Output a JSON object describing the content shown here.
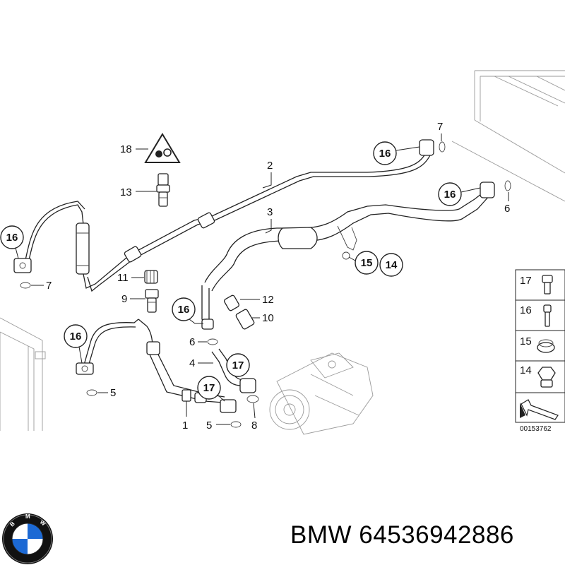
{
  "diagram": {
    "callouts": {
      "c1": "1",
      "c2": "2",
      "c3": "3",
      "c4": "4",
      "c5a": "5",
      "c5b": "5",
      "c6a": "6",
      "c6b": "6",
      "c7a": "7",
      "c7b": "7",
      "c8": "8",
      "c9": "9",
      "c10": "10",
      "c11": "11",
      "c12": "12",
      "c13": "13",
      "c14": "14",
      "c15": "15",
      "c16a": "16",
      "c16b": "16",
      "c16c": "16",
      "c16d": "16",
      "c16e": "16",
      "c17a": "17",
      "c17b": "17",
      "c18": "18"
    },
    "legend": {
      "rows": [
        "17",
        "16",
        "15",
        "14"
      ]
    },
    "drawing_code": "00153762"
  },
  "footer": {
    "brand_text": "BMW 64536942886",
    "logo_letters": [
      "B",
      "M",
      "W"
    ]
  },
  "colors": {
    "line": "#222222",
    "logo_blue": "#1c69d4",
    "logo_ring": "#111111"
  }
}
